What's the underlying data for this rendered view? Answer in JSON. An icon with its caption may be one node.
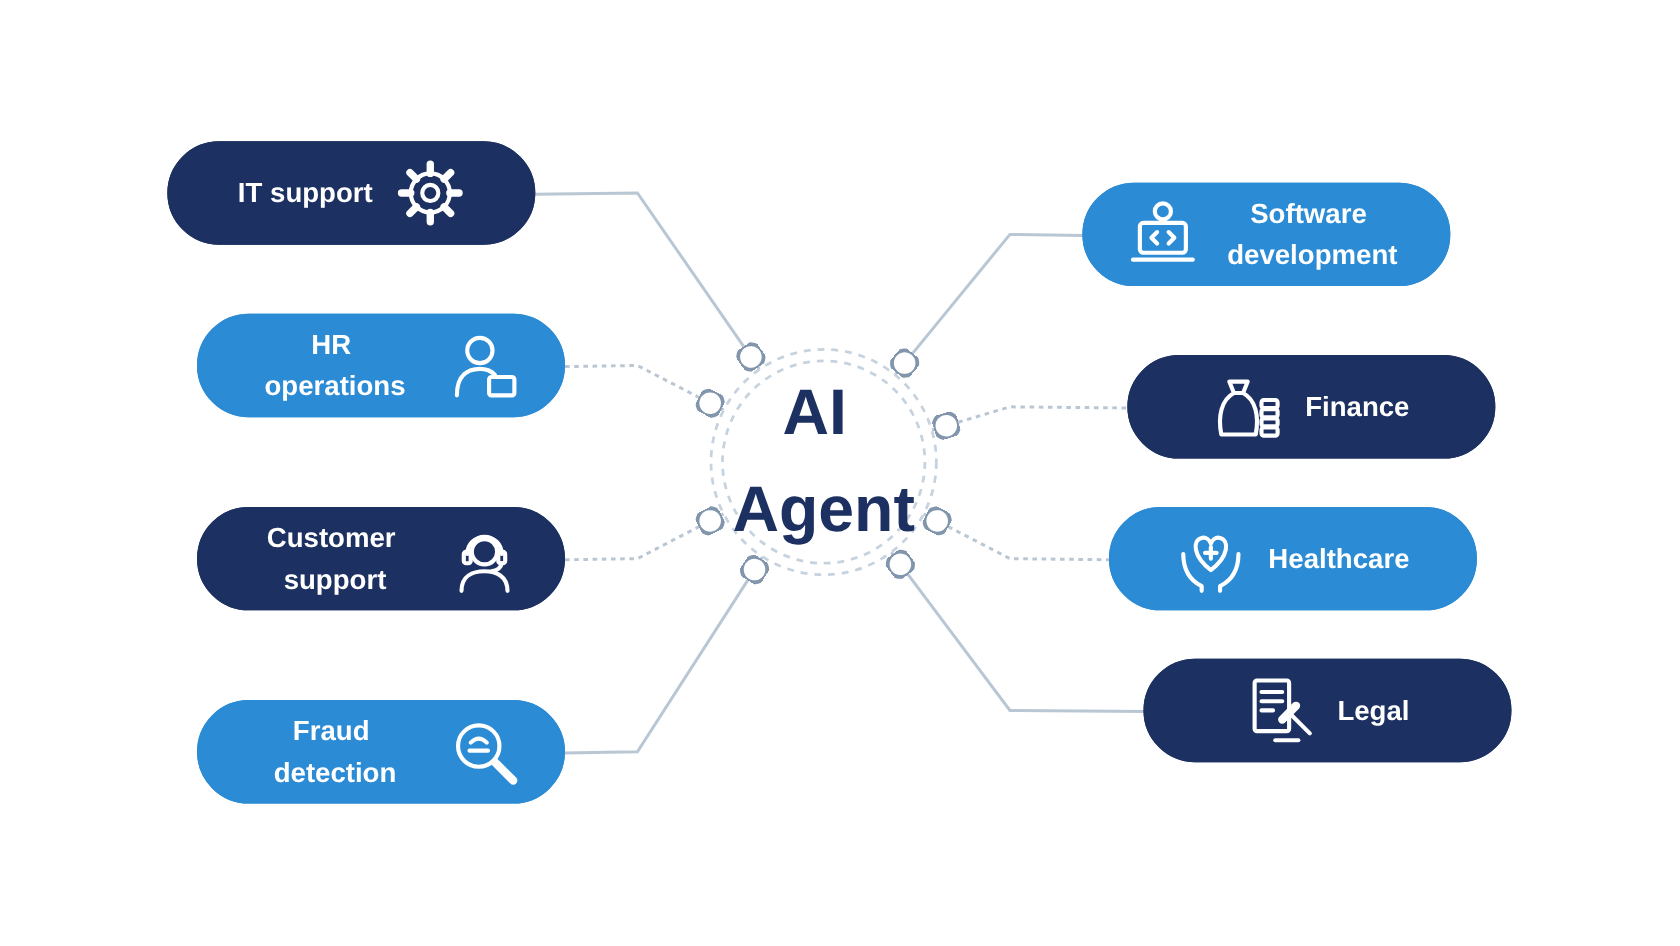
{
  "diagram": {
    "nodes": [
      {
        "text": [
          "AI Agent"
        ]
      },
      {
        "text": [
          "IT support"
        ]
      },
      {
        "text": [
          "HR operations"
        ]
      },
      {
        "text": [
          "Customer support"
        ]
      },
      {
        "text": [
          "Fraud detection"
        ]
      },
      {
        "text": [
          "Software development"
        ]
      },
      {
        "text": [
          "Finance"
        ]
      },
      {
        "text": [
          "Healthcare"
        ]
      },
      {
        "text": [
          "Legal"
        ]
      }
    ],
    "edges": [
      {
        "from": 1,
        "to": 0,
        "arrow": "other"
      },
      {
        "from": 2,
        "to": 0,
        "arrow": "other",
        "style": "dashed"
      },
      {
        "from": 3,
        "to": 0,
        "arrow": "other",
        "style": "dashed"
      },
      {
        "from": 4,
        "to": 0,
        "arrow": "other"
      },
      {
        "from": 5,
        "to": 0,
        "arrow": "other"
      },
      {
        "from": 6,
        "to": 0,
        "arrow": "other",
        "style": "dashed"
      },
      {
        "from": 7,
        "to": 0,
        "arrow": "other",
        "style": "dashed"
      },
      {
        "from": 8,
        "to": 0,
        "arrow": "other"
      }
    ]
  }
}
